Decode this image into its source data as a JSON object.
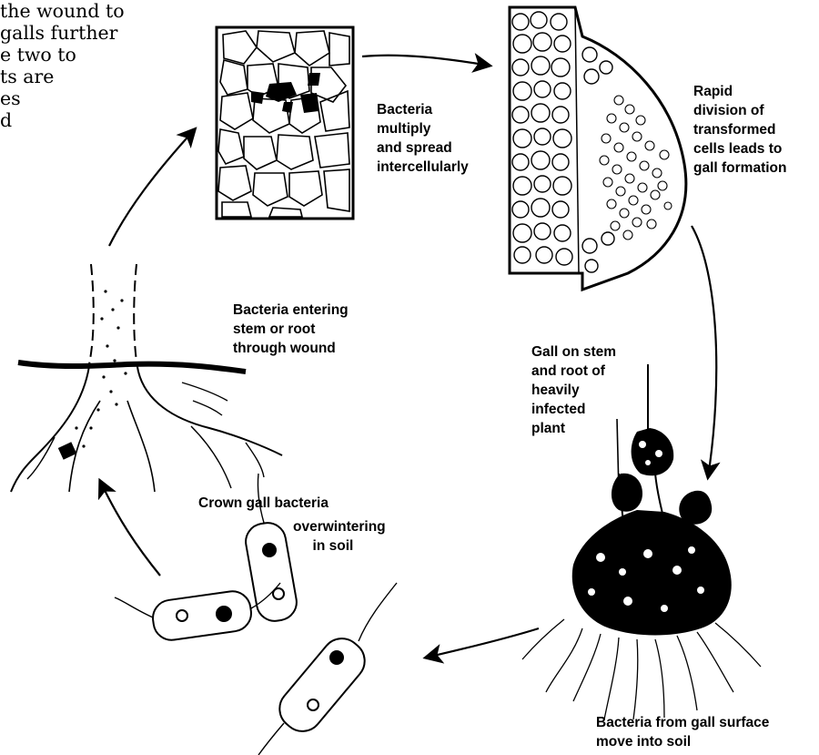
{
  "intro_text": "the wound to\ngalls further\ne two to\nts are\nes\nd",
  "labels": {
    "multiply": "Bacteria\nmultiply\nand spread\nintercellularly",
    "gall_formation": "Rapid\ndivision of\ntransformed\ncells leads to\ngall formation",
    "gall_plant": "Gall on stem\nand root of\nheavily\ninfected\nplant",
    "entering": "Bacteria entering\nstem or root\nthrough wound",
    "overwintering_1": "Crown gall bacteria",
    "overwintering_2": "overwintering\n     in soil",
    "into_soil": "Bacteria from gall surface\nmove into soil"
  },
  "colors": {
    "ink": "#000000",
    "paper": "#ffffff"
  }
}
